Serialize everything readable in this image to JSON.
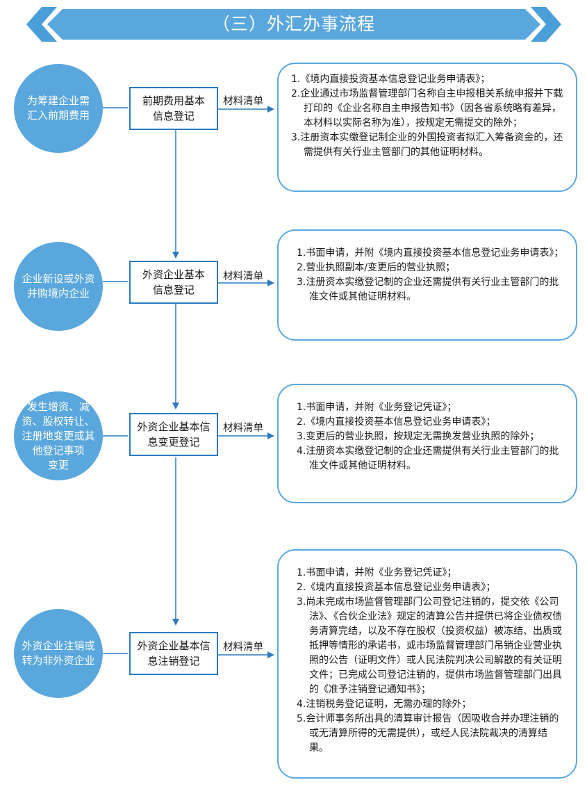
{
  "header": {
    "title": "（三）外汇办事流程"
  },
  "rows": [
    {
      "trigger": "为筹建企业需\n汇入前期费用",
      "step": "前期费用基本\n信息登记",
      "materials_label": "材料清单",
      "materials": [
        "1.《境内直接投资基本信息登记业务申请表》；",
        "2.企业通过市场监督管理部门名称自主申报相关系统申报并下载打印的《企业名称自主申报告知书》（因各省系统略有差异，本材料以实际名称为准），按规定无需提交的除外；",
        "3.注册资本实缴登记制企业的外国投资者拟汇入筹备资金的，还需提供有关行业主管部门的其他证明材料。"
      ]
    },
    {
      "trigger": "企业新设或外资\n并购境内企业",
      "step": "外资企业基本\n信息登记",
      "materials_label": "材料清单",
      "materials": [
        "1.书面申请，并附《境内直接投资基本信息登记业务申请表》；",
        "2.营业执照副本/变更后的营业执照；",
        "3.注册资本实缴登记制的企业还需提供有关行业主管部门的批准文件或其他证明材料。"
      ]
    },
    {
      "trigger": "发生增资、减\n资、股权转让、\n注册地变更或其\n他登记事项\n变更",
      "step": "外资企业基本信\n息变更登记",
      "materials_label": "材料清单",
      "materials": [
        "1.书面申请，并附《业务登记凭证》；",
        "2.《境内直接投资基本信息登记业务申请表》；",
        "3.变更后的营业执照，按规定无需换发营业执照的除外；",
        "4.注册资本实缴登记制的企业还需提供有关行业主管部门的批准文件或其他证明材料。"
      ]
    },
    {
      "trigger": "外资企业注销或\n转为非外资企业",
      "step": "外资企业基本信\n息注销登记",
      "materials_label": "材料清单",
      "materials": [
        "1.书面申请，并附《业务登记凭证》；",
        "2.《境内直接投资基本信息登记业务申请表》；",
        "3.尚未完成市场监督管理部门公司登记注销的，提交依《公司法》、《合伙企业法》规定的清算公告并提供已将企业债权债务清算完结，以及不存在股权（投资权益）被冻结、出质或抵押等情形的承诺书，或市场监督管理部门吊销企业营业执照的公告（证明文件）或人民法院判决公司解散的有关证明文件；已完成公司登记注销的，提供市场监督管理部门出具的《准予注销登记通知书》；",
        "4.注销税务登记证明，无需办理的除外；",
        "5.会计师事务所出具的清算审计报告（因吸收合并办理注销的或无清算所得的无需提供），或经人民法院裁决的清算结果。"
      ]
    }
  ]
}
